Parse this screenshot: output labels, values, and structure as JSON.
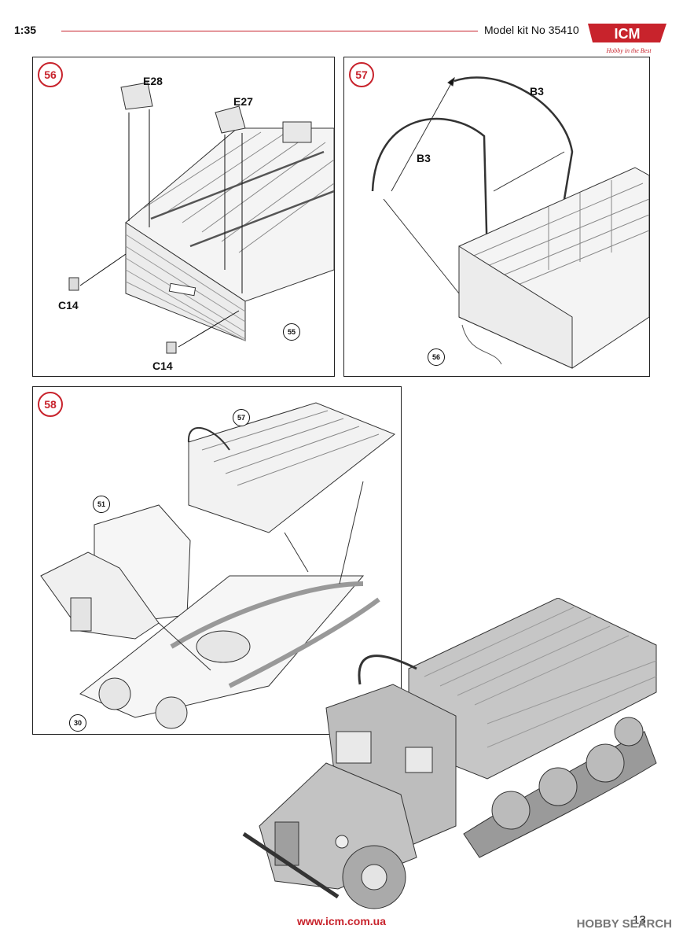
{
  "header": {
    "scale": "1:35",
    "kit_number": "Model kit No 35410",
    "logo_text": "ICM",
    "logo_tagline": "Hobby in the Best",
    "accent_color": "#c8232c"
  },
  "steps": [
    {
      "number": "56",
      "parts": [
        "E28",
        "E27",
        "C14",
        "C14"
      ],
      "subassembly_ref": "55"
    },
    {
      "number": "57",
      "parts": [
        "B3",
        "B3"
      ],
      "subassembly_ref": "56"
    },
    {
      "number": "58",
      "subassembly_refs": [
        "57",
        "51",
        "30"
      ]
    }
  ],
  "footer": {
    "url": "www.icm.com.ua",
    "page_number": "13",
    "watermark": "HOBBY SEARCH"
  }
}
